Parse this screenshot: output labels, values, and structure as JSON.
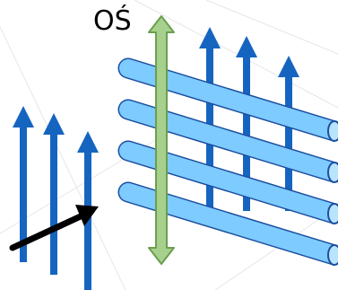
{
  "axis_label": "OŚ",
  "colors": {
    "background": "#ffffff",
    "grid": "#e6e6e6",
    "cylinder_fill": "#7ecbff",
    "cylinder_edge": "#1c4fa0",
    "cylinder_cap": "#b9e4ff",
    "field_arrow": "#1565c0",
    "axis_fill": "#a8d08d",
    "axis_edge": "#6a9f50",
    "direction_arrow": "#000000"
  },
  "icons": {
    "field_arrow": "arrow-up",
    "axis": "double-headed-arrow",
    "direction_arrow": "arrow-up-right"
  },
  "counts": {
    "cylinders": 4,
    "field_arrows_back": 3,
    "field_arrows_front": 3
  }
}
